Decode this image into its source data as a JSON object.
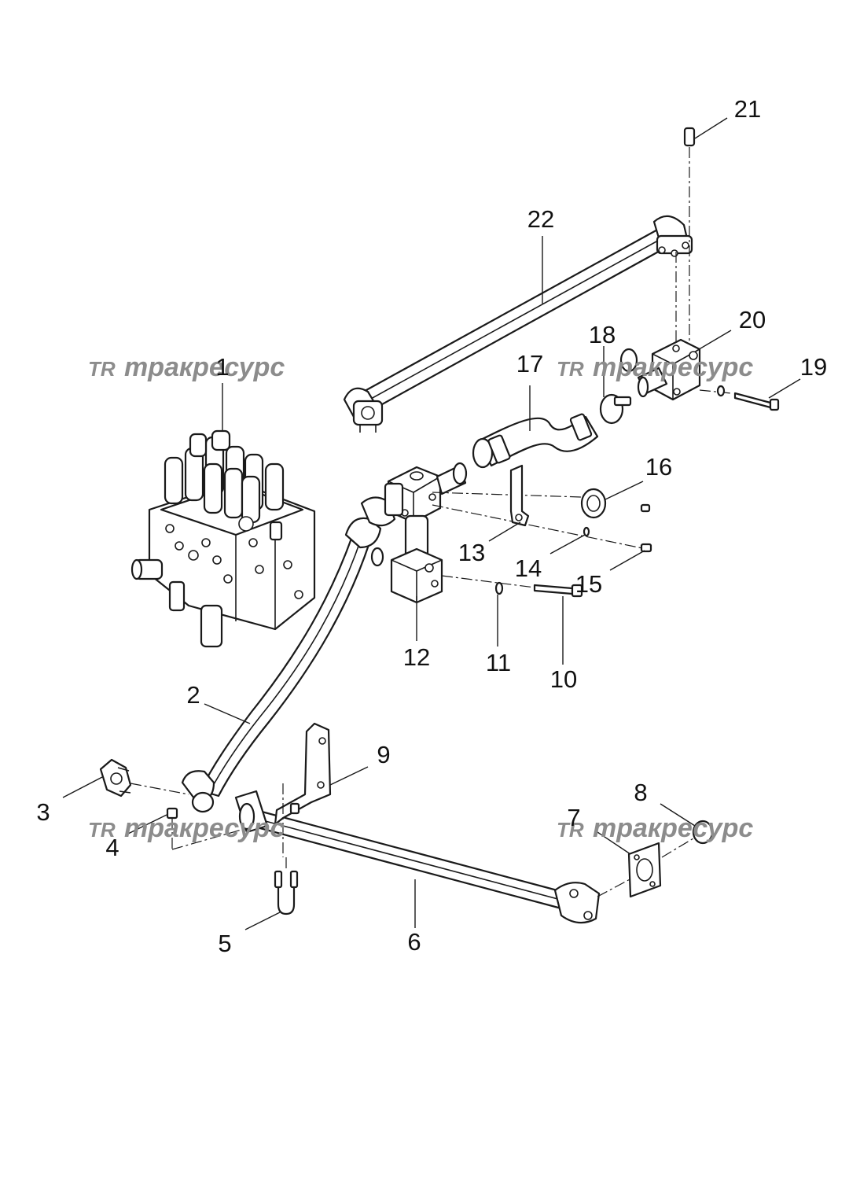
{
  "watermark": {
    "logo": "TR",
    "text": "тракресурс",
    "color": "#8c8c8c"
  },
  "callouts": [
    "1",
    "2",
    "3",
    "4",
    "5",
    "6",
    "7",
    "8",
    "9",
    "10",
    "11",
    "12",
    "13",
    "14",
    "15",
    "16",
    "17",
    "18",
    "19",
    "20",
    "21",
    "22"
  ]
}
